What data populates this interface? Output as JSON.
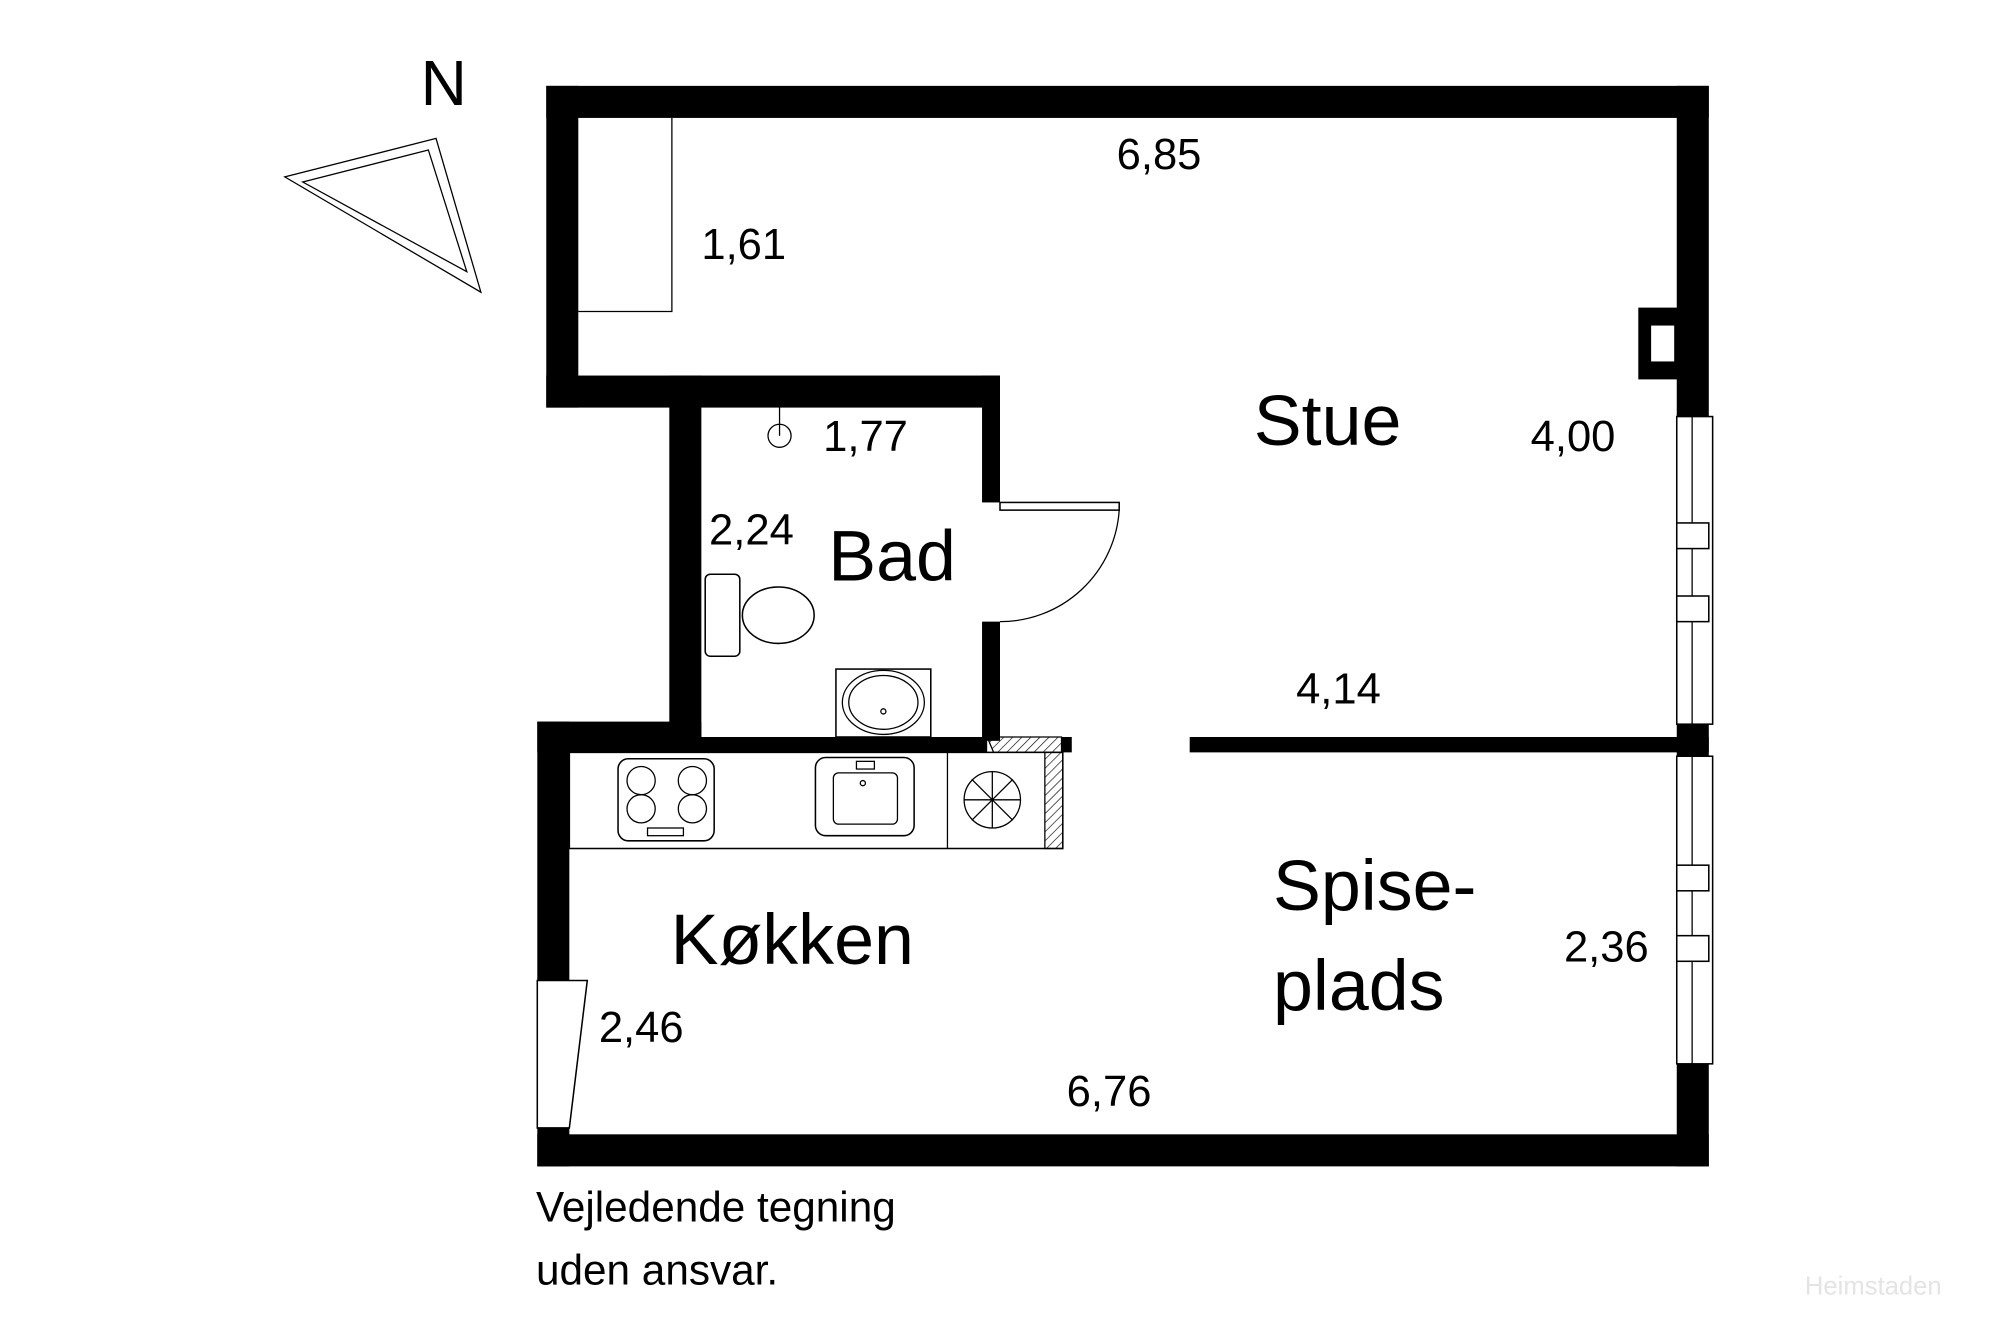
{
  "compass": {
    "label": "N"
  },
  "rooms": {
    "stue": "Stue",
    "bad": "Bad",
    "kokken": "Køkken",
    "spise_1": "Spise-",
    "spise_2": "plads"
  },
  "dimensions": {
    "top_width": "6,85",
    "alcove": "1,61",
    "stue_depth": "4,00",
    "stue_width": "4,14",
    "bad_width": "1,77",
    "bad_depth": "2,24",
    "spise_depth": "2,36",
    "kokken_depth": "2,46",
    "bottom_width": "6,76"
  },
  "disclaimer": {
    "line1": "Vejledende tegning",
    "line2": "uden ansvar."
  },
  "watermark": "Heimstaden"
}
